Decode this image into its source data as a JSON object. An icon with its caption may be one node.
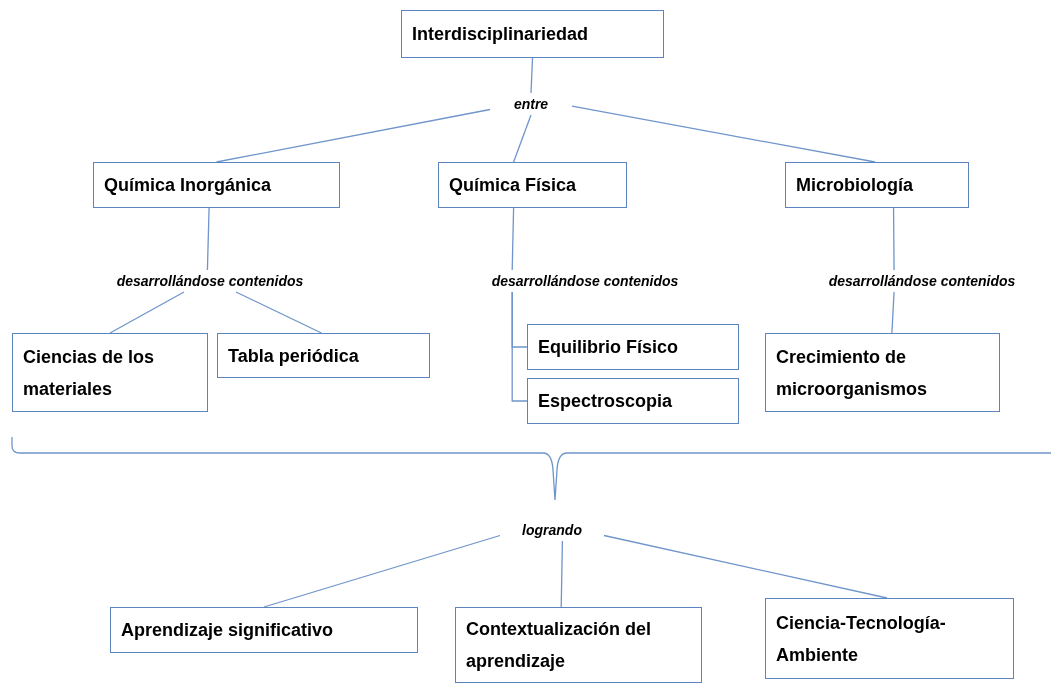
{
  "diagram": {
    "nodes": [
      {
        "text": [
          "Interdisciplinariedad"
        ]
      },
      {
        "text": [
          "entre"
        ]
      },
      {
        "text": [
          "Química Inorgánica"
        ]
      },
      {
        "text": [
          "Química Física"
        ]
      },
      {
        "text": [
          "Microbiología"
        ]
      },
      {
        "text": [
          "desarrollándose contenidos"
        ]
      },
      {
        "text": [
          "desarrollándose contenidos"
        ]
      },
      {
        "text": [
          "desarrollándose contenidos"
        ]
      },
      {
        "text": [
          "Ciencias de los materiales"
        ]
      },
      {
        "text": [
          "Tabla periódica"
        ]
      },
      {
        "text": [
          "Equilibrio Físico"
        ]
      },
      {
        "text": [
          "Espectroscopia"
        ]
      },
      {
        "text": [
          "Crecimiento de microorganismos"
        ]
      },
      {
        "text": [
          "logrando"
        ]
      },
      {
        "text": [
          "Aprendizaje significativo"
        ]
      },
      {
        "text": [
          "Contextualización del aprendizaje"
        ]
      },
      {
        "text": [
          "Ciencia-Tecnología-Ambiente"
        ]
      }
    ],
    "edges": [
      {
        "from": 0,
        "to": 1,
        "arrow": "none"
      },
      {
        "from": 1,
        "to": 2,
        "arrow": "none"
      },
      {
        "from": 1,
        "to": 3,
        "arrow": "none"
      },
      {
        "from": 1,
        "to": 4,
        "arrow": "none"
      },
      {
        "from": 2,
        "to": 5,
        "arrow": "none"
      },
      {
        "from": 3,
        "to": 6,
        "arrow": "none"
      },
      {
        "from": 4,
        "to": 7,
        "arrow": "none"
      },
      {
        "from": 5,
        "to": 8,
        "arrow": "none"
      },
      {
        "from": 5,
        "to": 9,
        "arrow": "none"
      },
      {
        "from": 6,
        "to": 10,
        "arrow": "none"
      },
      {
        "from": 6,
        "to": 11,
        "arrow": "none"
      },
      {
        "from": 7,
        "to": 12,
        "arrow": "none"
      },
      {
        "from": 13,
        "to": 14,
        "arrow": "none"
      },
      {
        "from": 13,
        "to": 15,
        "arrow": "none"
      },
      {
        "from": 13,
        "to": 16,
        "arrow": "none"
      }
    ]
  }
}
